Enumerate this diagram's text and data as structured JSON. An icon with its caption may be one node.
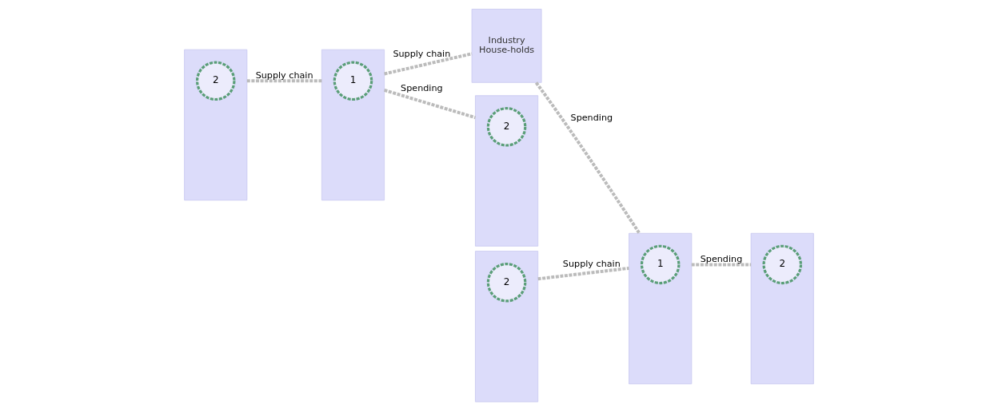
{
  "diagram": {
    "nodes": [
      {
        "text": [],
        "shape": "box"
      },
      {
        "text": [
          "2"
        ],
        "in": 0
      },
      {
        "text": [],
        "shape": "box"
      },
      {
        "text": [
          "1"
        ],
        "in": 2
      },
      {
        "text": [
          "Industry",
          "House-holds"
        ]
      },
      {
        "text": [],
        "shape": "box"
      },
      {
        "text": [
          "2"
        ],
        "in": 5
      },
      {
        "text": [],
        "shape": "box"
      },
      {
        "text": [
          "2"
        ],
        "in": 7
      },
      {
        "text": [],
        "shape": "box"
      },
      {
        "text": [
          "1"
        ],
        "in": 9
      },
      {
        "text": [],
        "shape": "box"
      },
      {
        "text": [
          "2"
        ],
        "in": 11
      }
    ],
    "edges": [
      {
        "from": 0,
        "to": 2,
        "arrow": "none",
        "label": "Supply chain",
        "style": "dashed"
      },
      {
        "from": 2,
        "to": 4,
        "arrow": "none",
        "label": "Supply chain",
        "style": "dashed"
      },
      {
        "from": 2,
        "to": 5,
        "arrow": "none",
        "label": "Spending",
        "style": "dashed"
      },
      {
        "from": 4,
        "to": 9,
        "arrow": "none",
        "label": "Spending",
        "style": "dashed"
      },
      {
        "from": 7,
        "to": 9,
        "arrow": "none",
        "label": "Supply chain",
        "style": "dashed"
      },
      {
        "from": 9,
        "to": 11,
        "arrow": "none",
        "label": "Spending",
        "style": "dashed"
      }
    ]
  }
}
